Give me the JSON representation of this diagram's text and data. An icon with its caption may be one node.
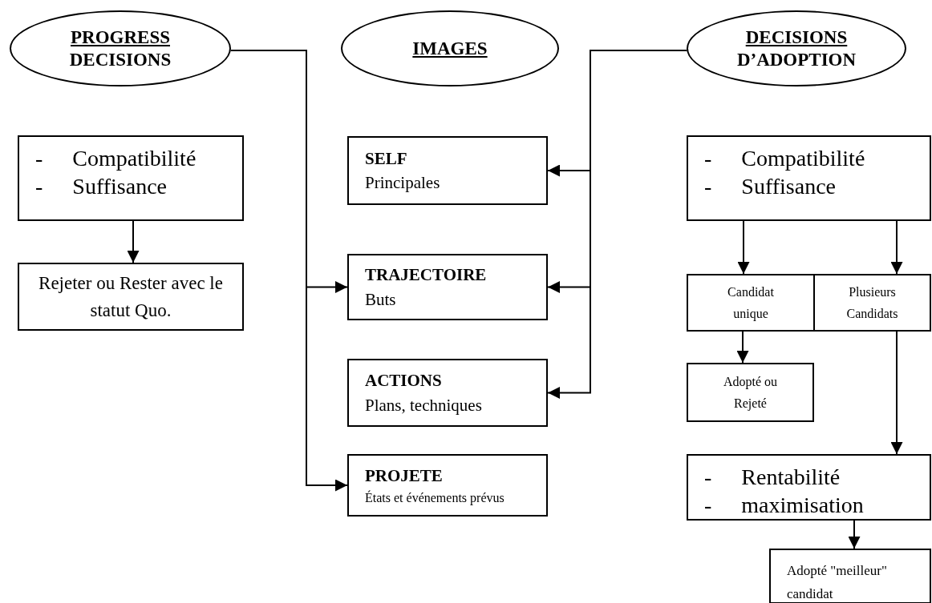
{
  "diagram": {
    "nodes": [
      {
        "text": [
          "PROGRESS",
          "DECISIONS"
        ]
      },
      {
        "text": [
          "IMAGES"
        ]
      },
      {
        "text": [
          "DECISIONS",
          "D’ADOPTION"
        ]
      },
      {
        "text": [
          "- Compatibilité",
          "- Suffisance"
        ]
      },
      {
        "text": [
          "Rejeter ou Rester avec le statut Quo."
        ]
      },
      {
        "text": [
          "SELF",
          "Principales"
        ]
      },
      {
        "text": [
          "TRAJECTOIRE",
          "Buts"
        ]
      },
      {
        "text": [
          "ACTIONS",
          "Plans, techniques"
        ]
      },
      {
        "text": [
          "PROJETE",
          "États et événements prévus"
        ]
      },
      {
        "text": [
          "- Compatibilité",
          "- Suffisance"
        ]
      },
      {
        "text": [
          "Candidat unique"
        ]
      },
      {
        "text": [
          "Plusieurs Candidats"
        ]
      },
      {
        "text": [
          "Adopté ou Rejeté"
        ]
      },
      {
        "text": [
          "- Rentabilité",
          "- maximisation"
        ]
      },
      {
        "text": [
          "Adopté \"meilleur\" candidat"
        ]
      }
    ],
    "edges": [
      {
        "from": 0,
        "to": 6,
        "arrow": "to"
      },
      {
        "from": 0,
        "to": 8,
        "arrow": "to"
      },
      {
        "from": 2,
        "to": 5,
        "arrow": "to"
      },
      {
        "from": 2,
        "to": 6,
        "arrow": "to"
      },
      {
        "from": 2,
        "to": 7,
        "arrow": "to"
      },
      {
        "from": 3,
        "to": 4,
        "arrow": "to"
      },
      {
        "from": 9,
        "to": 10,
        "arrow": "to"
      },
      {
        "from": 9,
        "to": 11,
        "arrow": "to"
      },
      {
        "from": 10,
        "to": 12,
        "arrow": "to"
      },
      {
        "from": 11,
        "to": 13,
        "arrow": "to"
      },
      {
        "from": 13,
        "to": 14,
        "arrow": "to"
      }
    ]
  }
}
